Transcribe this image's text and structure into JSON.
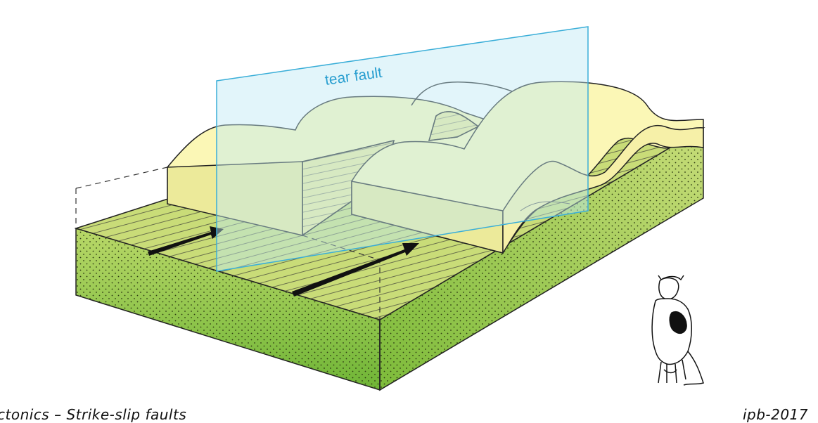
{
  "diagram": {
    "fault_label": "tear fault",
    "caption": "ctonics – Strike-slip faults",
    "credit": "ipb-2017"
  },
  "colors": {
    "ground_top": "#c9dc78",
    "ground_side": "#86c23c",
    "layer_fill": "#fbf7b6",
    "layer_face": "#ecea9a",
    "fault_plane": "#bfe8f4",
    "fault_edge": "#3aaed8",
    "label": "#2a9fd0"
  },
  "icons": [
    "cow-icon",
    "arrow-icon"
  ]
}
